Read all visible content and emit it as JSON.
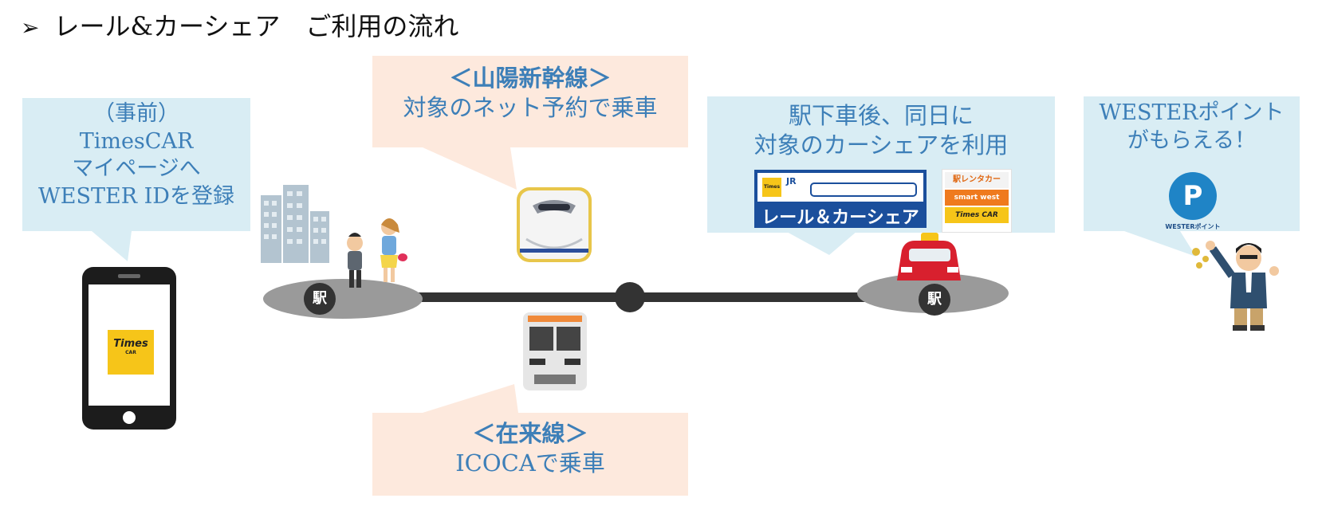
{
  "title": {
    "marker": "➢",
    "text": "レール&カーシェア　ご利用の流れ"
  },
  "bubble_pre": {
    "lines": [
      "（事前）",
      "TimesCAR",
      "マイページへ",
      "WESTER IDを登録"
    ]
  },
  "bubble_sanyo": {
    "heading": "＜山陽新幹線＞",
    "body": "対象のネット予約で乗車"
  },
  "bubble_zairai": {
    "heading": "＜在来線＞",
    "body": "ICOCAで乗車"
  },
  "bubble_arrive": {
    "lines": [
      "駅下車後、同日に",
      "対象のカーシェアを利用"
    ]
  },
  "bubble_point": {
    "lines": [
      "WESTERポイント",
      "がもらえる！"
    ]
  },
  "station_label": "駅",
  "phone_app": {
    "line1": "Times",
    "line2": "CAR"
  },
  "rail_carshare_logo": {
    "banner": "レール＆カーシェア",
    "times": "Times",
    "jr": "JR"
  },
  "ekiren_logo": {
    "top": "駅レンタカー",
    "middle": "smart west",
    "bottom": "Times CAR"
  },
  "wester_point_logo": {
    "letter": "P",
    "caption": "WESTERポイント"
  },
  "colors": {
    "blue_bubble": "#d9edf4",
    "peach_bubble": "#fde9dd",
    "text_blue": "#3d7fb8",
    "line": "#333333"
  }
}
